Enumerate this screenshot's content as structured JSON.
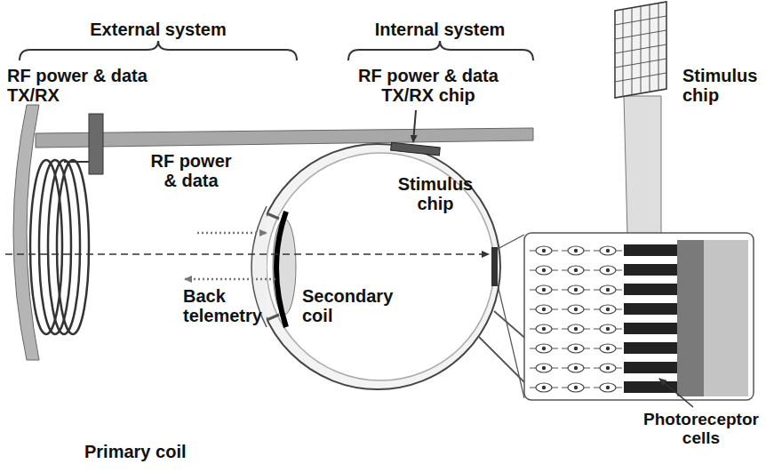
{
  "diagram": {
    "labels": [
      "External system",
      "Internal system",
      "RF power & data TX/RX",
      "RF power & data TX/RX chip",
      "Stimulus chip",
      "RF power & data",
      "Stimulus chip",
      "Back telemetry",
      "Secondary coil",
      "Photoreceptor cells",
      "Primary coil"
    ]
  }
}
